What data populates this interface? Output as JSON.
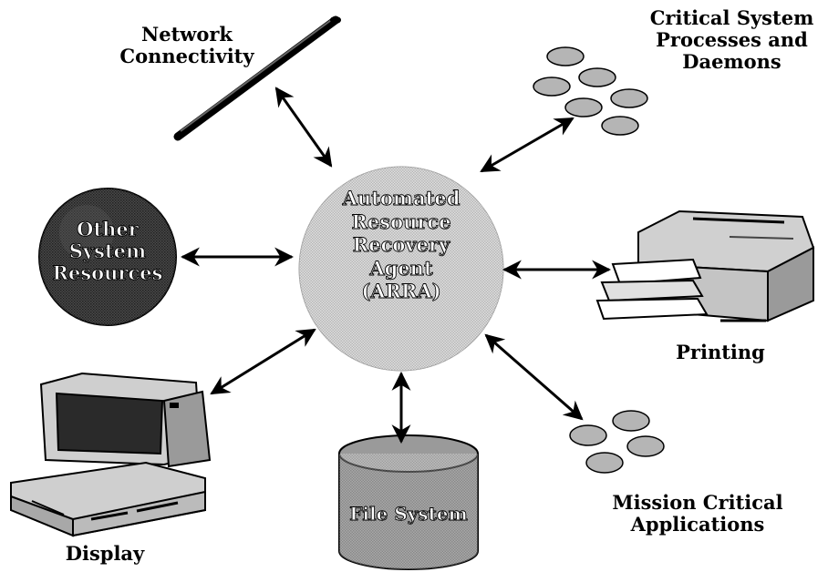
{
  "center": {
    "lines": [
      "Automated",
      "Resource",
      "Recovery",
      "Agent",
      "(ARRA)"
    ]
  },
  "nodes": {
    "network": {
      "lines": [
        "Network",
        "Connectivity"
      ]
    },
    "daemons": {
      "lines": [
        "Critical System",
        "Processes and",
        "Daemons"
      ]
    },
    "other": {
      "lines": [
        "Other",
        "System",
        "Resources"
      ]
    },
    "printing": {
      "lines": [
        "Printing"
      ]
    },
    "display": {
      "lines": [
        "Display"
      ]
    },
    "filesystem": {
      "lines": [
        "File System"
      ]
    },
    "mission": {
      "lines": [
        "Mission Critical",
        "Applications"
      ]
    }
  },
  "colors": {
    "ink": "#000000",
    "center_fill": "#c4c4c4",
    "other_fill": "#3a3a3a",
    "cylinder_fill": "#7a7a7a",
    "oval_fill": "#b5b5b5",
    "device_fill": "#d0d0d0"
  }
}
